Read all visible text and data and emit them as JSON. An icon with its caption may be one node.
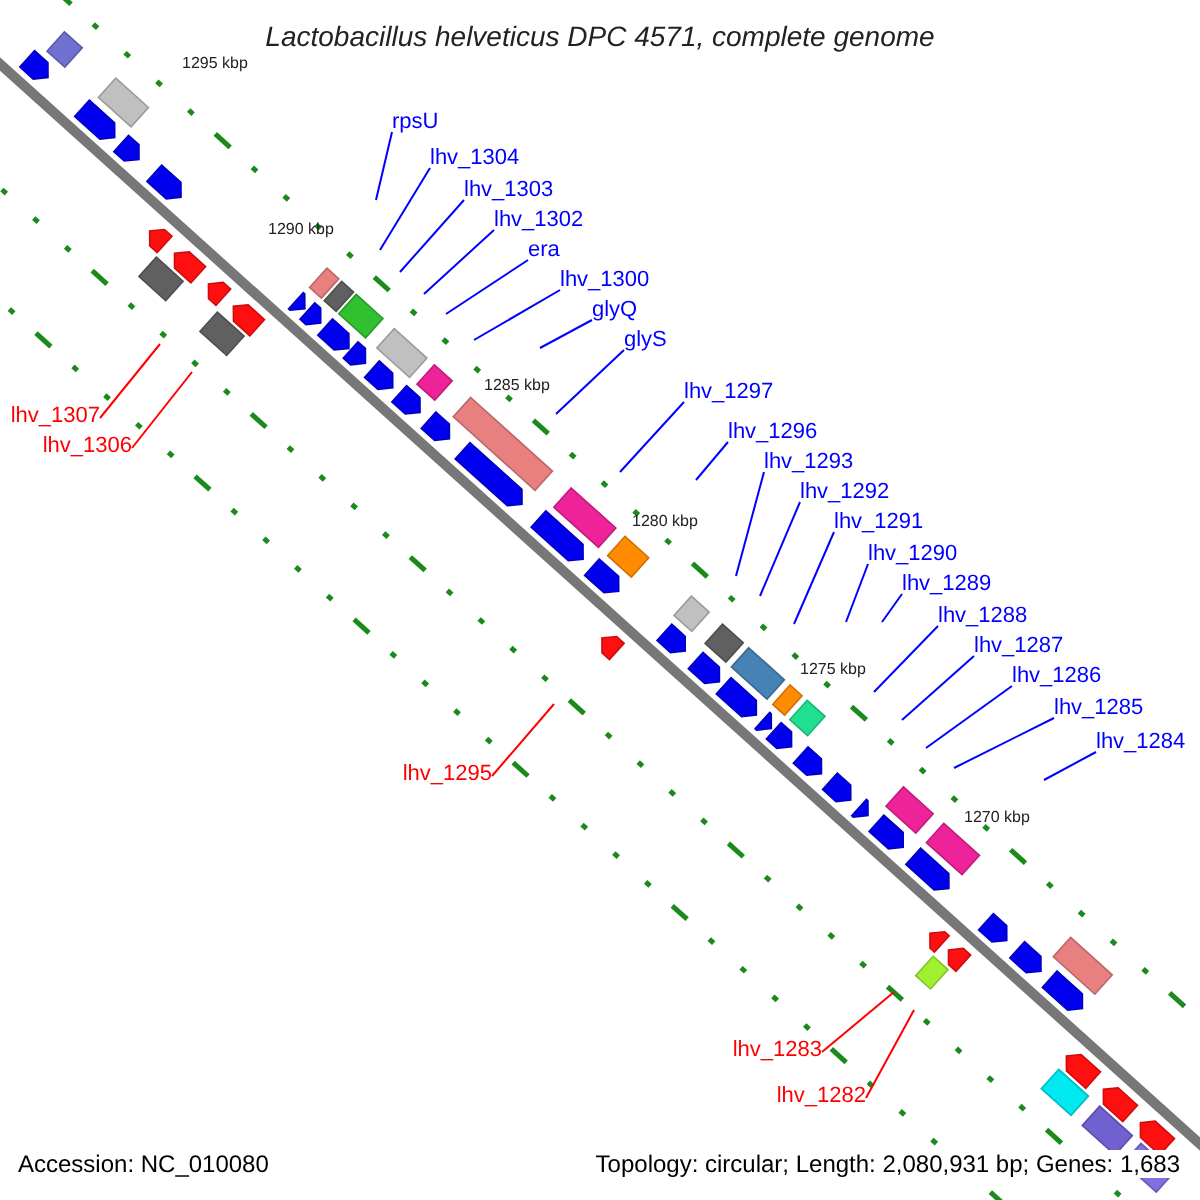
{
  "diagram": {
    "title": "Lactobacillus helveticus DPC 4571, complete genome",
    "nodes": [
      {
        "text": [
          "rpsU"
        ]
      },
      {
        "text": [
          "lhv_1304"
        ]
      },
      {
        "text": [
          "lhv_1303"
        ]
      },
      {
        "text": [
          "lhv_1302"
        ]
      },
      {
        "text": [
          "era"
        ]
      },
      {
        "text": [
          "lhv_1300"
        ]
      },
      {
        "text": [
          "glyQ"
        ]
      },
      {
        "text": [
          "glyS"
        ]
      },
      {
        "text": [
          "lhv_1297"
        ]
      },
      {
        "text": [
          "lhv_1296"
        ]
      },
      {
        "text": [
          "lhv_1293"
        ]
      },
      {
        "text": [
          "lhv_1292"
        ]
      },
      {
        "text": [
          "lhv_1291"
        ]
      },
      {
        "text": [
          "lhv_1290"
        ]
      },
      {
        "text": [
          "lhv_1289"
        ]
      },
      {
        "text": [
          "lhv_1288"
        ]
      },
      {
        "text": [
          "lhv_1287"
        ]
      },
      {
        "text": [
          "lhv_1286"
        ]
      },
      {
        "text": [
          "lhv_1285"
        ]
      },
      {
        "text": [
          "lhv_1284"
        ]
      },
      {
        "text": [
          "lhv_1307"
        ]
      },
      {
        "text": [
          "lhv_1306"
        ]
      },
      {
        "text": [
          "lhv_1295"
        ]
      },
      {
        "text": [
          "lhv_1283"
        ]
      },
      {
        "text": [
          "lhv_1282"
        ]
      }
    ],
    "edges": [
      {
        "from": 0,
        "to": null,
        "arrow": "none"
      },
      {
        "from": 1,
        "to": null,
        "arrow": "none"
      },
      {
        "from": 2,
        "to": null,
        "arrow": "none"
      },
      {
        "from": 3,
        "to": null,
        "arrow": "none"
      },
      {
        "from": 4,
        "to": null,
        "arrow": "none"
      },
      {
        "from": 5,
        "to": null,
        "arrow": "none"
      },
      {
        "from": 6,
        "to": null,
        "arrow": "none"
      },
      {
        "from": 7,
        "to": null,
        "arrow": "none"
      },
      {
        "from": 8,
        "to": null,
        "arrow": "none"
      },
      {
        "from": 9,
        "to": null,
        "arrow": "none"
      },
      {
        "from": 10,
        "to": null,
        "arrow": "none"
      },
      {
        "from": 11,
        "to": null,
        "arrow": "none"
      },
      {
        "from": 12,
        "to": null,
        "arrow": "none"
      },
      {
        "from": 13,
        "to": null,
        "arrow": "none"
      },
      {
        "from": 14,
        "to": null,
        "arrow": "none"
      },
      {
        "from": 15,
        "to": null,
        "arrow": "none"
      },
      {
        "from": 16,
        "to": null,
        "arrow": "none"
      },
      {
        "from": 17,
        "to": null,
        "arrow": "none"
      },
      {
        "from": 18,
        "to": null,
        "arrow": "none"
      },
      {
        "from": 19,
        "to": null,
        "arrow": "none"
      },
      {
        "from": 20,
        "to": null,
        "arrow": "none",
        "color": "#ff0000"
      },
      {
        "from": 21,
        "to": null,
        "arrow": "none",
        "color": "#ff0000"
      },
      {
        "from": 22,
        "to": null,
        "arrow": "none",
        "color": "#ff0000"
      },
      {
        "from": 23,
        "to": null,
        "arrow": "none",
        "color": "#ff0000"
      },
      {
        "from": 24,
        "to": null,
        "arrow": "none",
        "color": "#ff0000"
      }
    ],
    "labels": [
      "1295 kbp",
      "1290 kbp",
      "1285 kbp",
      "1280 kbp",
      "1275 kbp",
      "1270 kbp",
      "Accession: NC_010080",
      "Topology: circular; Length: 2,080,931 bp; Genes: 1,683"
    ]
  }
}
